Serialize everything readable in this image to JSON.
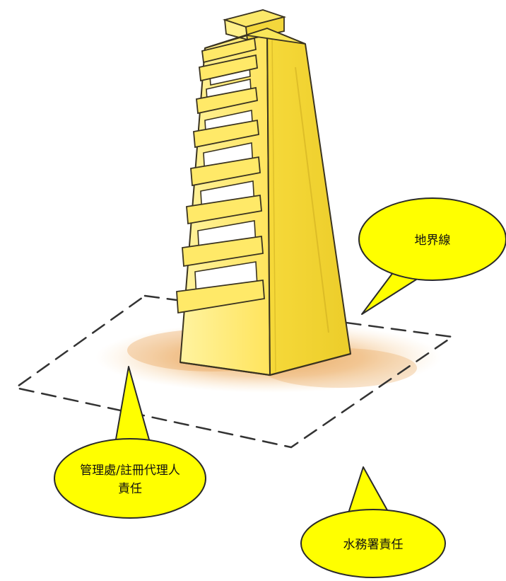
{
  "diagram": {
    "callouts": {
      "boundary": {
        "label": "地界線"
      },
      "management": {
        "line1": "管理處/註冊代理人",
        "line2": "責任"
      },
      "water_dept": {
        "label": "水務署責任"
      }
    }
  },
  "colors": {
    "callout_fill": "#ffff00",
    "callout_stroke": "#2a2a2a",
    "building_front": "#fff07a",
    "building_side": "#f3dc3c",
    "building_top": "#f8e65a",
    "building_edge": "#3a3320",
    "ground_shadow": "#e8a55a",
    "boundary_dash": "#333333"
  }
}
